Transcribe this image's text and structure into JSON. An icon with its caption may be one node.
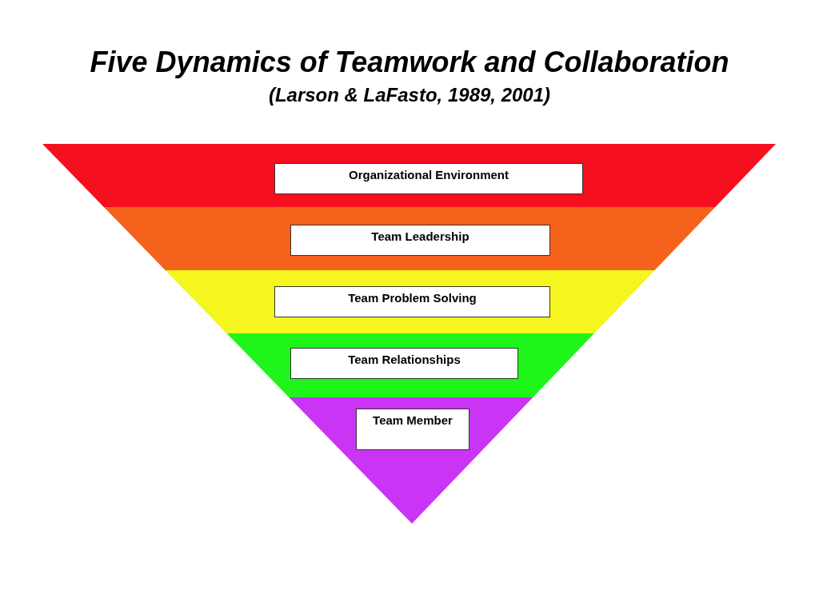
{
  "diagram": {
    "title": "Five Dynamics of Teamwork and Collaboration",
    "caption": "(Larson & LaFasto, 1989, 2001)",
    "nodes": [
      {
        "text": [],
        "shape": "band"
      },
      {
        "text": [
          "Organizational Environment"
        ],
        "in": 0
      },
      {
        "text": [],
        "shape": "band"
      },
      {
        "text": [
          "Team Leadership"
        ],
        "in": 2
      },
      {
        "text": [],
        "shape": "band"
      },
      {
        "text": [
          "Team Problem Solving"
        ],
        "in": 4
      },
      {
        "text": [],
        "shape": "band"
      },
      {
        "text": [
          "Team Relationships"
        ],
        "in": 6
      },
      {
        "text": [],
        "shape": "triangle"
      },
      {
        "text": [
          "Team Member"
        ],
        "in": 8
      }
    ]
  }
}
